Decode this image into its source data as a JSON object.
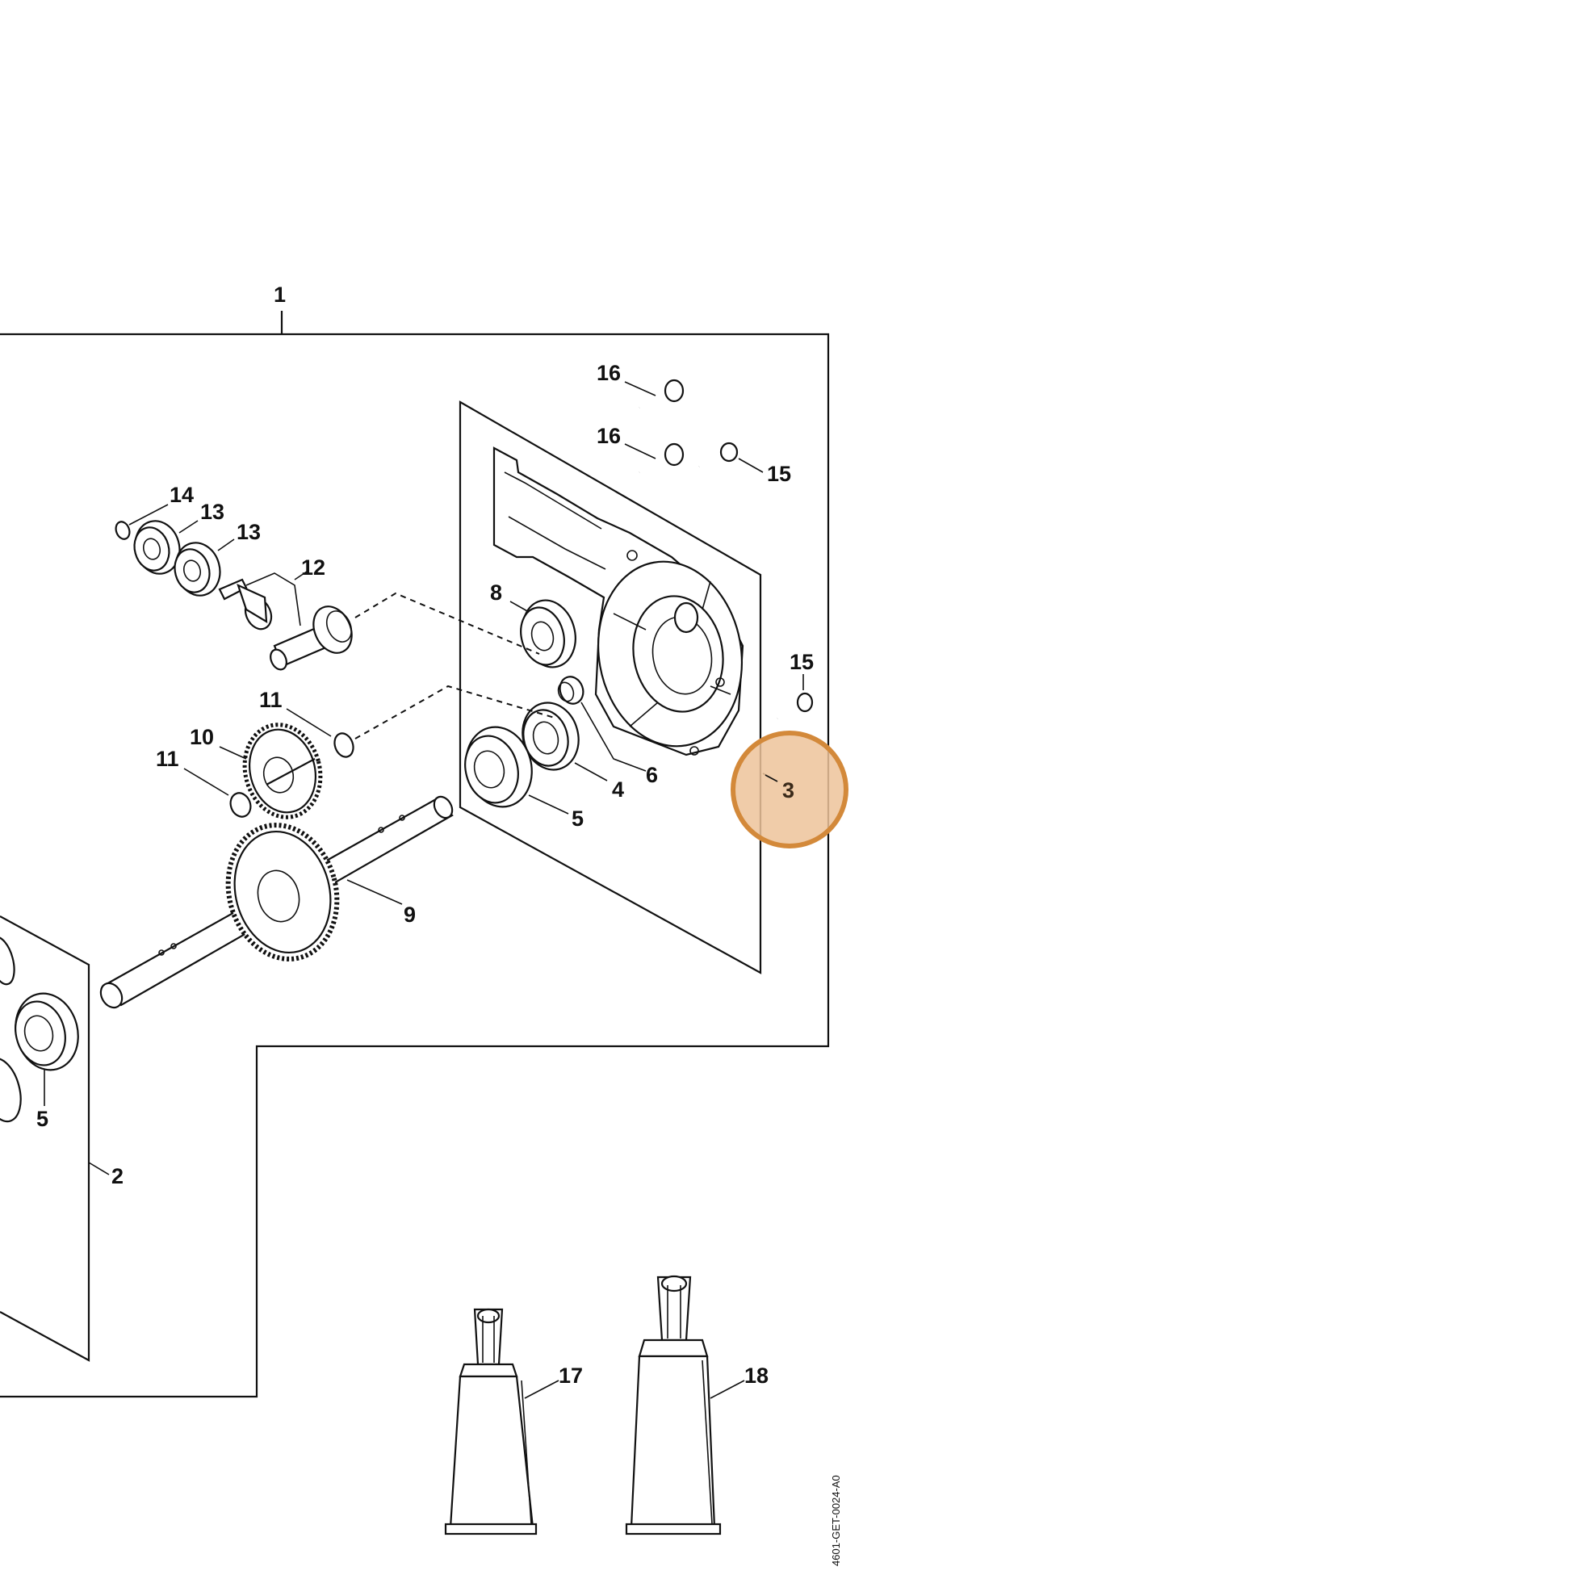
{
  "labels": {
    "l1": "1",
    "l2": "2",
    "l3": "3",
    "l4": "4",
    "l5a": "5",
    "l5b": "5",
    "l6": "6",
    "l8": "8",
    "l9": "9",
    "l10": "10",
    "l11a": "11",
    "l11b": "11",
    "l12": "12",
    "l13a": "13",
    "l13b": "13",
    "l14": "14",
    "l15a": "15",
    "l15b": "15",
    "l16a": "16",
    "l16b": "16",
    "l17": "17",
    "l18": "18"
  },
  "doc_id": "4601-GET-0024-A0",
  "highlight": {
    "part": "3",
    "ring_color": "#d3893a",
    "fill_color": "#edc39a"
  }
}
